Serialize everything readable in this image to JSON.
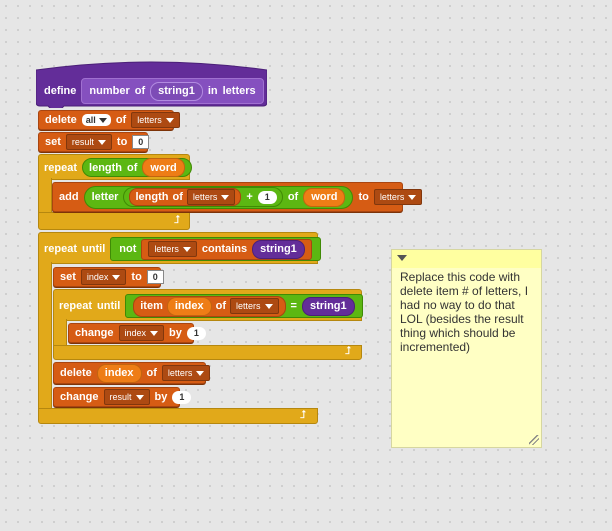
{
  "define": {
    "label_define": "define",
    "parts": [
      "number",
      "of"
    ],
    "param": "string1",
    "tail": [
      "in",
      "letters"
    ]
  },
  "delete_all": {
    "label": "delete",
    "item": "all",
    "of": "of",
    "list": "letters"
  },
  "set_result": {
    "label": "set",
    "var": "result",
    "to": "to",
    "value": "0"
  },
  "repeat_word": {
    "label": "repeat",
    "reporter": {
      "label": "length",
      "of": "of",
      "arg": "word"
    }
  },
  "add_block": {
    "label": "add",
    "letter": "letter",
    "length": "length",
    "of1": "of",
    "list": "letters",
    "plus": "+",
    "one": "1",
    "of2": "of",
    "word": "word",
    "to": "to",
    "target_list": "letters"
  },
  "repeat_until": {
    "label": "repeat",
    "until": "until",
    "not": "not",
    "list": "letters",
    "contains": "contains",
    "arg": "string1"
  },
  "set_index": {
    "label": "set",
    "var": "index",
    "to": "to",
    "value": "0"
  },
  "repeat_until_item": {
    "label": "repeat",
    "until": "until",
    "item": "item",
    "index": "index",
    "of": "of",
    "list": "letters",
    "equals": "=",
    "arg": "string1"
  },
  "change_index": {
    "label": "change",
    "var": "index",
    "by": "by",
    "value": "1"
  },
  "delete_index": {
    "label": "delete",
    "index": "index",
    "of": "of",
    "list": "letters"
  },
  "change_result": {
    "label": "change",
    "var": "result",
    "by": "by",
    "value": "1"
  },
  "note": {
    "text": "Replace this code with delete item # of letters, I had no way to do that LOL (besides the result thing which should be incremented)"
  },
  "colors": {
    "data": "#d65c14",
    "control": "#e1a91a",
    "custom": "#632d99",
    "operators": "#5cb712",
    "note": "#ffffc4"
  }
}
